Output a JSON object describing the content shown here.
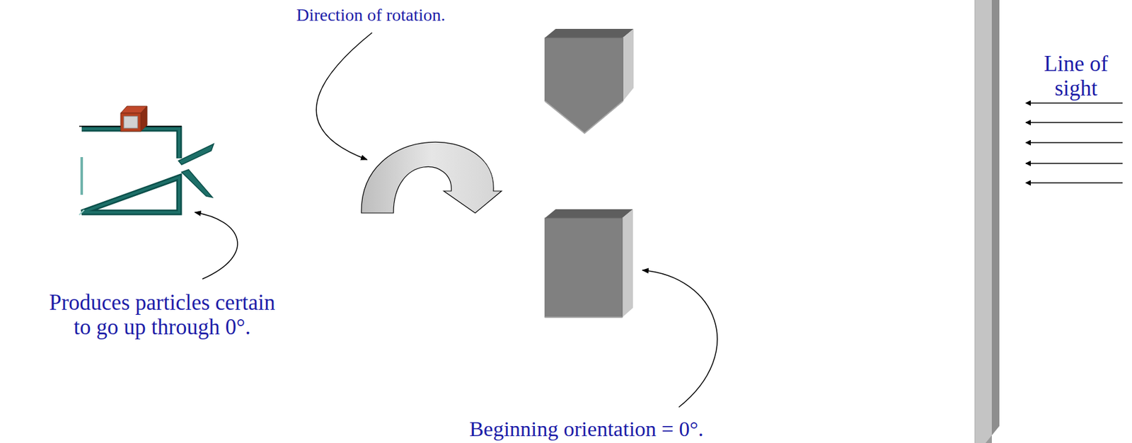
{
  "diagram": {
    "labels": [
      "Direction of rotation.",
      "Produces particles certain to go up through 0°.",
      "Beginning orientation = 0°.",
      "Line of sight"
    ]
  }
}
